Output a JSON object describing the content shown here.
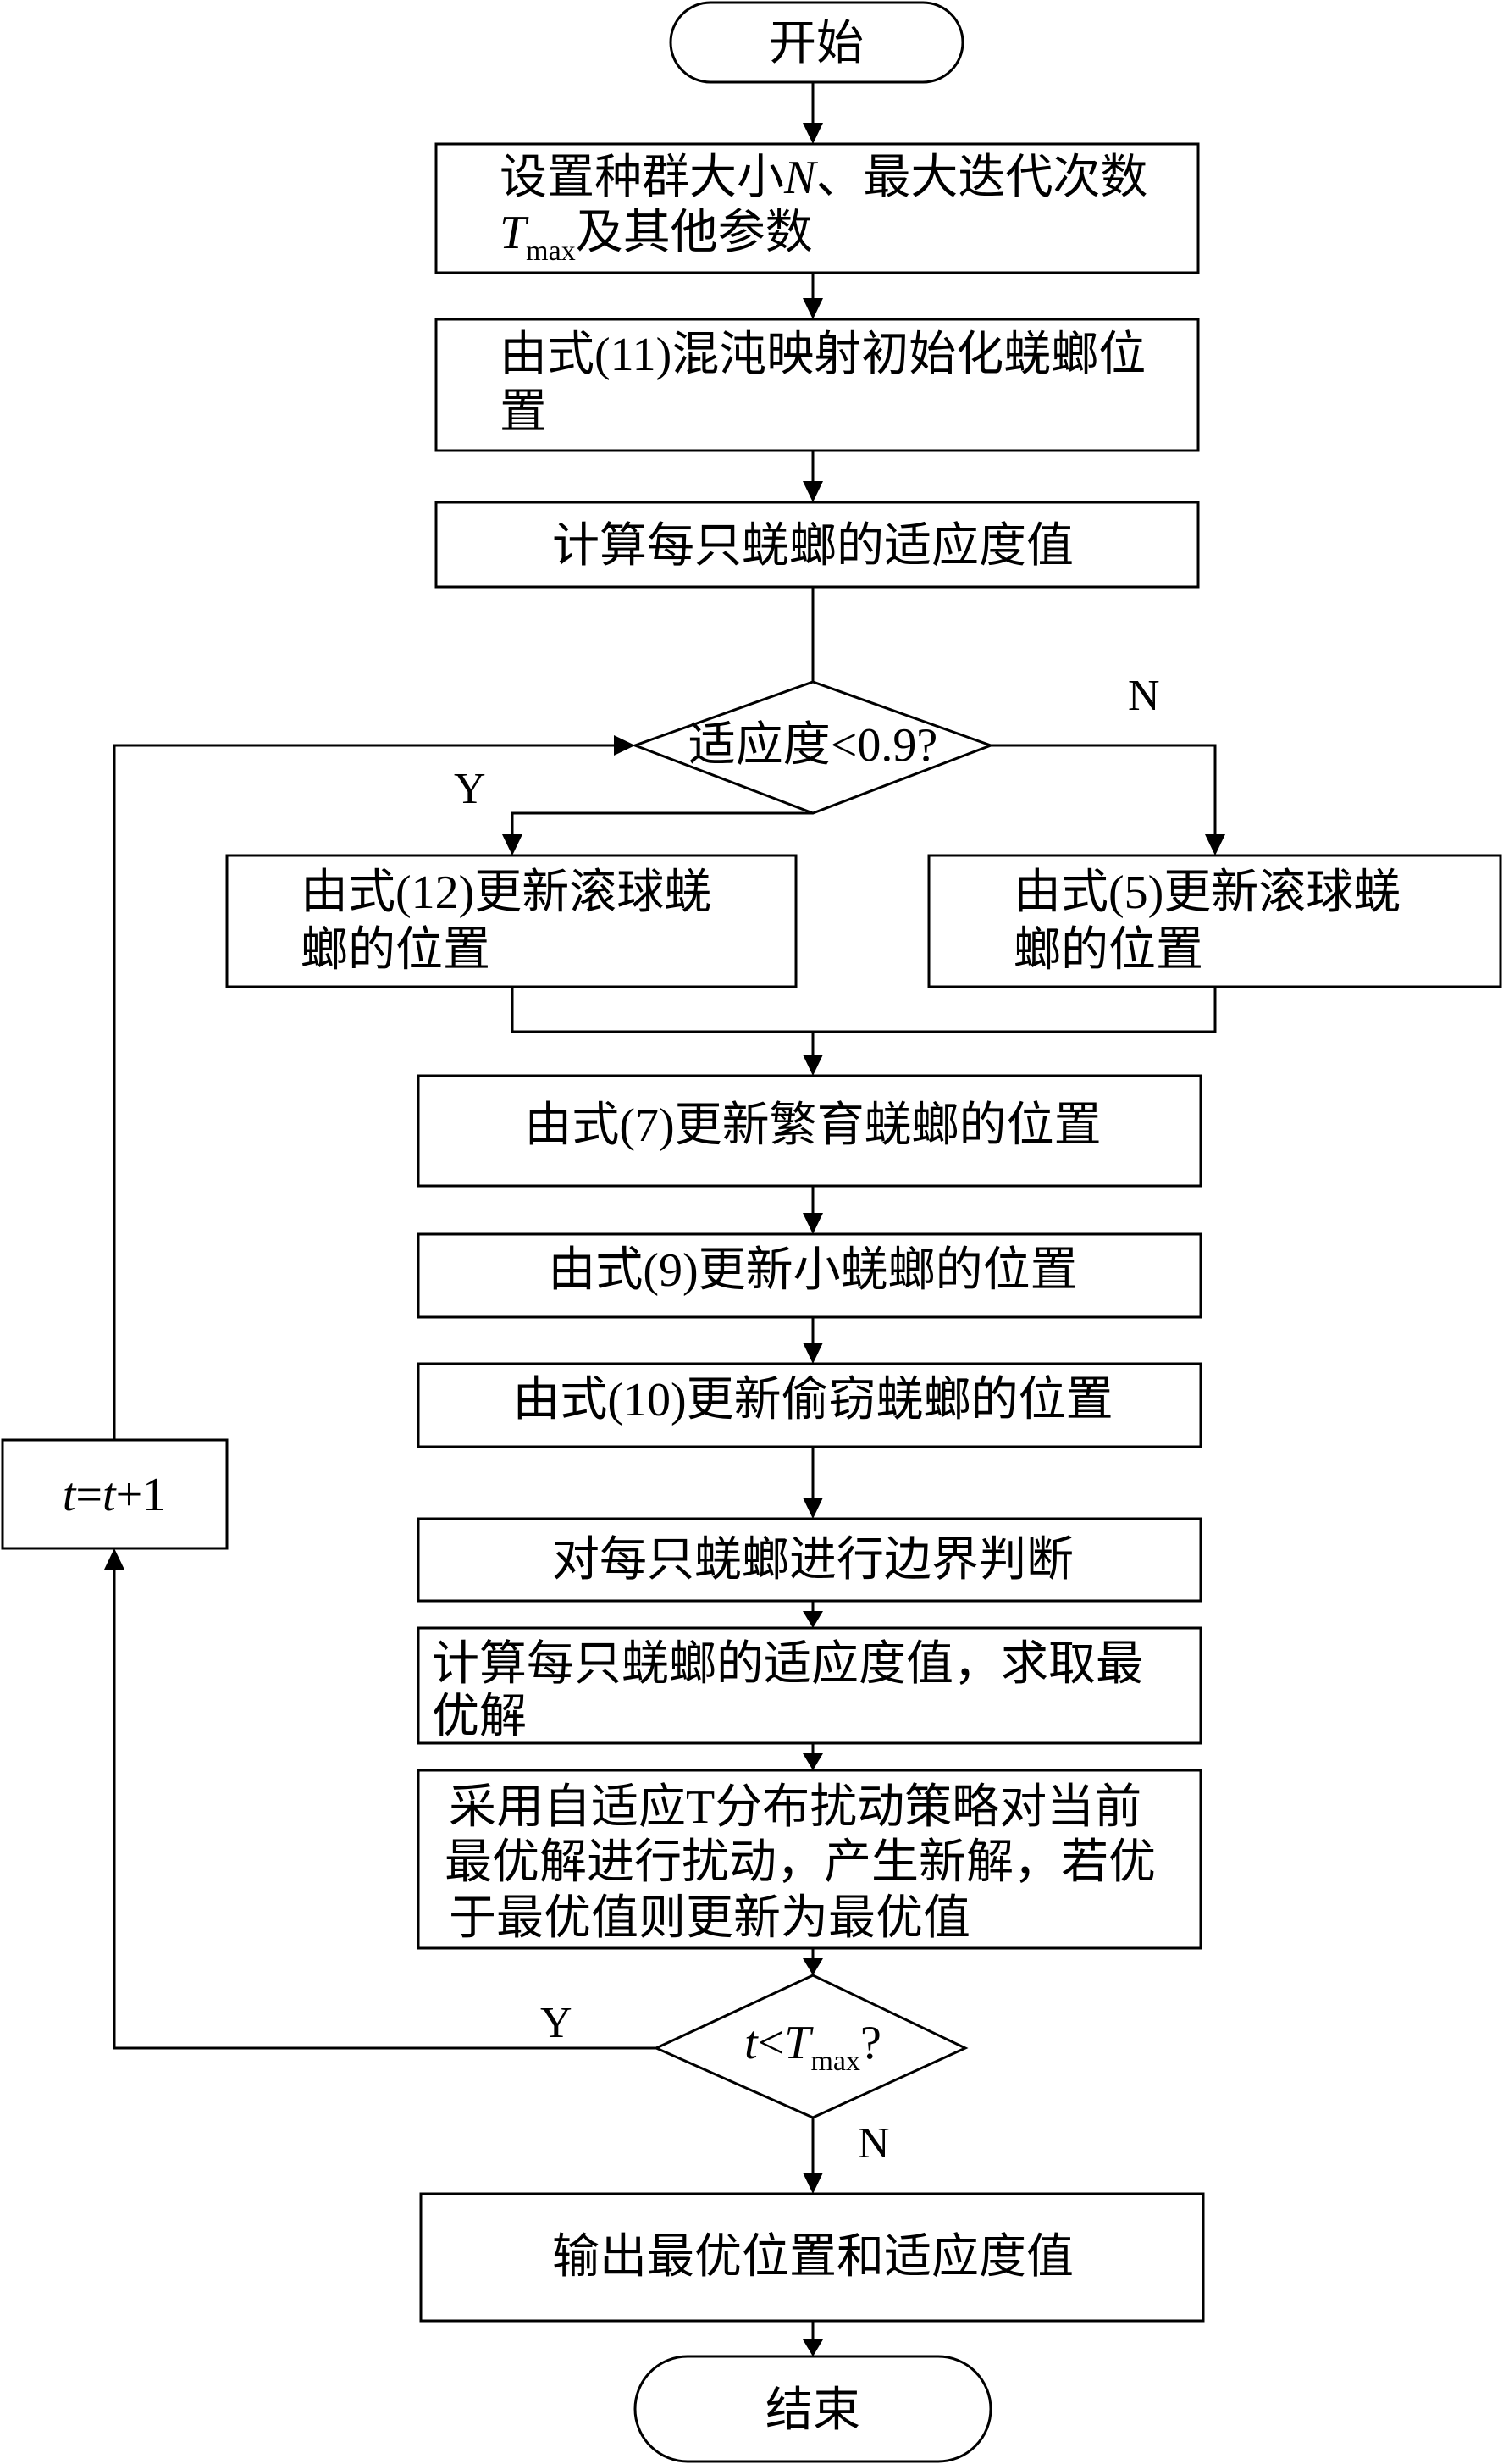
{
  "nodes": {
    "start": "开始",
    "set_params_line1_pre": "设置种群大小",
    "set_params_N": "N",
    "set_params_line1_post": "、最大迭代次数",
    "set_params_T": "T",
    "set_params_T_sub": "max",
    "set_params_line2_post": "及其他参数",
    "init_line1": "由式(11)混沌映射初始化蜣螂位",
    "init_line2": "置",
    "fitness_calc": "计算每只蜣螂的适应度值",
    "decision_fitness": "适应度<0.9?",
    "update12_line1": "由式(12)更新滚球蜣",
    "update12_line2": "螂的位置",
    "update5_line1": "由式(5)更新滚球蜣",
    "update5_line2": "螂的位置",
    "update7": "由式(7)更新繁育蜣螂的位置",
    "update9": "由式(9)更新小蜣螂的位置",
    "update10": "由式(10)更新偷窃蜣螂的位置",
    "boundary": "对每只蜣螂进行边界判断",
    "fitness_best_line1": "计算每只蜣螂的适应度值，求取最",
    "fitness_best_line2": "优解",
    "perturb_line1": "采用自适应T分布扰动策略对当前",
    "perturb_line2": "最优解进行扰动，产生新解，若优",
    "perturb_line3": "于最优值则更新为最优值",
    "decision_iter_t": "t",
    "decision_iter_lt": "<",
    "decision_iter_T": "T",
    "decision_iter_sub": "max",
    "decision_iter_q": "?",
    "increment_t1": "t",
    "increment_eq": "=",
    "increment_t2": "t",
    "increment_plus": "+1",
    "output": "输出最优位置和适应度值",
    "end": "结束"
  },
  "labels": {
    "fitness_no": "N",
    "fitness_yes": "Y",
    "iter_yes": "Y",
    "iter_no": "N"
  }
}
